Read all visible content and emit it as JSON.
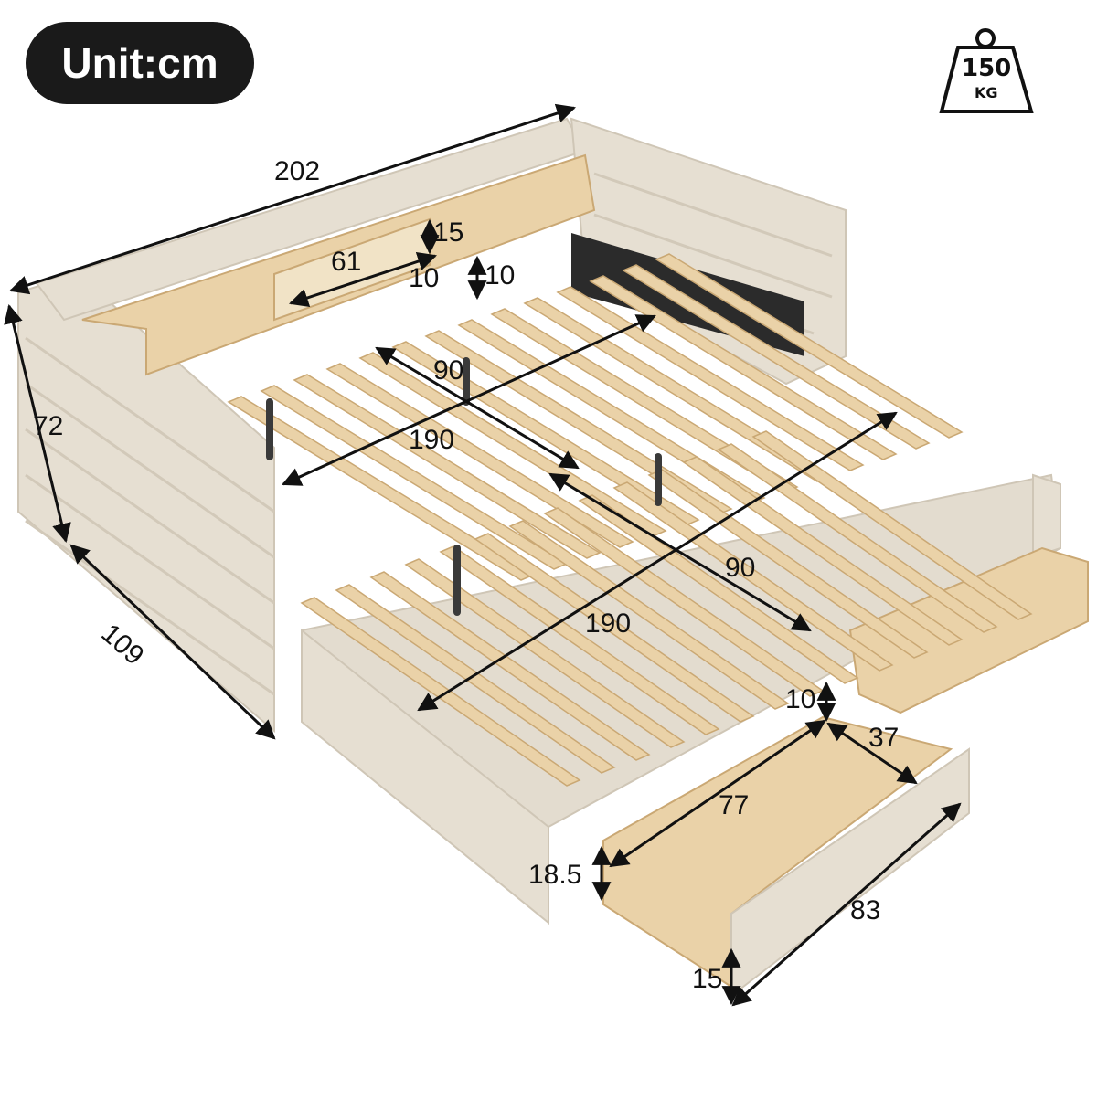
{
  "unit_label": "Unit:cm",
  "weight_icon": {
    "icon": "weight-icon",
    "value": "150",
    "unit": "KG"
  },
  "dimensions": {
    "length_total": "202",
    "height_total": "72",
    "depth_total": "109",
    "shelf_width": "61",
    "shelf_height": "15",
    "shelf_depth": "10",
    "shelf_top_gap": "10",
    "mattress_width_top": "90",
    "mattress_length_top": "190",
    "mattress_width_trundle": "90",
    "mattress_length_trundle": "190",
    "drawer_depth": "77",
    "drawer_width": "37",
    "drawer_front_height": "18.5",
    "drawer_length": "83",
    "drawer_inner_height": "10",
    "drawer_bottom_height": "15"
  },
  "colors": {
    "upholstery": "#e6dfd2",
    "upholstery_shadow": "#cfc6b6",
    "wood": "#ead2a8",
    "wood_edge": "#caa874",
    "metal": "#3a3a3a",
    "text": "#111111"
  }
}
